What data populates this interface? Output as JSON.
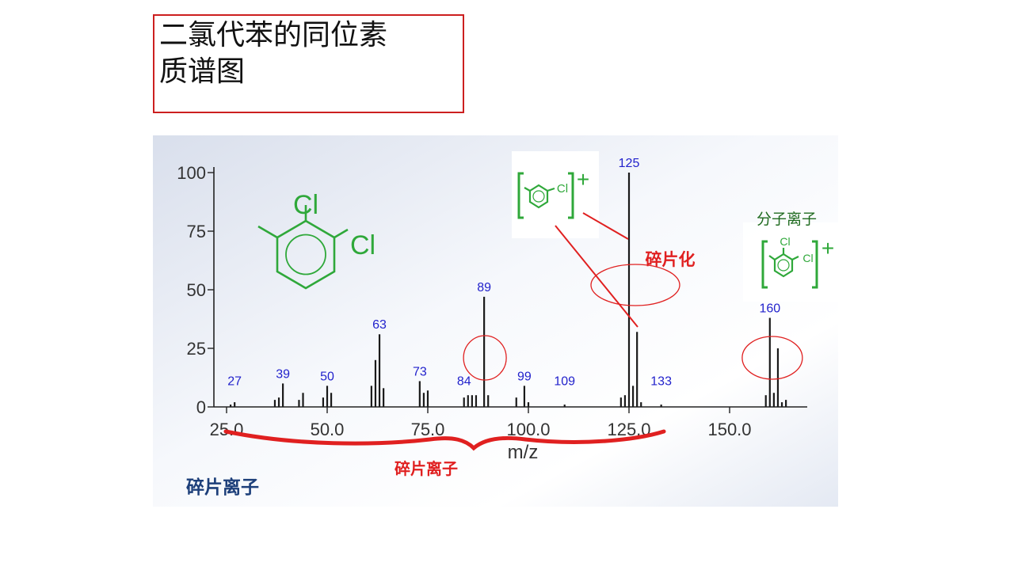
{
  "title": {
    "line1": "二氯代苯的同位素",
    "line2": "质谱图"
  },
  "annotations": {
    "fragmentation": "碎片化",
    "fragment_ions_bracket": "碎片离子",
    "fragment_ions_corner": "碎片离子",
    "molecular_ion": "分子离子",
    "cl_label": "Cl",
    "plus_sign": "+"
  },
  "colors": {
    "title_border": "#cc1f1f",
    "peak_label": "#2222cc",
    "annotation_red": "#e02020",
    "molecule_green": "#2fa83a",
    "molecular_ion_text": "#1f6a1f",
    "corner_label": "#1d3f7a"
  },
  "chart_data": {
    "type": "bar",
    "xlabel": "m/z",
    "ylabel": "",
    "xlim": [
      25,
      170
    ],
    "ylim": [
      0,
      100
    ],
    "x_ticks": [
      "25.0",
      "50.0",
      "75.0",
      "100.0",
      "125.0",
      "150.0"
    ],
    "y_ticks": [
      "0",
      "25",
      "50",
      "75",
      "100"
    ],
    "peaks": [
      {
        "mz": 26,
        "intensity": 1
      },
      {
        "mz": 27,
        "intensity": 2
      },
      {
        "mz": 37,
        "intensity": 3
      },
      {
        "mz": 38,
        "intensity": 4
      },
      {
        "mz": 39,
        "intensity": 10
      },
      {
        "mz": 43,
        "intensity": 3
      },
      {
        "mz": 44,
        "intensity": 6
      },
      {
        "mz": 49,
        "intensity": 4
      },
      {
        "mz": 50,
        "intensity": 9
      },
      {
        "mz": 51,
        "intensity": 6
      },
      {
        "mz": 61,
        "intensity": 9
      },
      {
        "mz": 62,
        "intensity": 20
      },
      {
        "mz": 63,
        "intensity": 31
      },
      {
        "mz": 64,
        "intensity": 8
      },
      {
        "mz": 73,
        "intensity": 11
      },
      {
        "mz": 74,
        "intensity": 6
      },
      {
        "mz": 75,
        "intensity": 7
      },
      {
        "mz": 84,
        "intensity": 4
      },
      {
        "mz": 85,
        "intensity": 5
      },
      {
        "mz": 86,
        "intensity": 5
      },
      {
        "mz": 87,
        "intensity": 5
      },
      {
        "mz": 89,
        "intensity": 47
      },
      {
        "mz": 90,
        "intensity": 5
      },
      {
        "mz": 97,
        "intensity": 4
      },
      {
        "mz": 99,
        "intensity": 9
      },
      {
        "mz": 100,
        "intensity": 2
      },
      {
        "mz": 109,
        "intensity": 1
      },
      {
        "mz": 123,
        "intensity": 4
      },
      {
        "mz": 124,
        "intensity": 5
      },
      {
        "mz": 125,
        "intensity": 100
      },
      {
        "mz": 126,
        "intensity": 9
      },
      {
        "mz": 127,
        "intensity": 32
      },
      {
        "mz": 128,
        "intensity": 2
      },
      {
        "mz": 133,
        "intensity": 1
      },
      {
        "mz": 159,
        "intensity": 5
      },
      {
        "mz": 160,
        "intensity": 38
      },
      {
        "mz": 161,
        "intensity": 6
      },
      {
        "mz": 162,
        "intensity": 25
      },
      {
        "mz": 163,
        "intensity": 2
      },
      {
        "mz": 164,
        "intensity": 3
      }
    ],
    "peak_labels": [
      {
        "mz": 27,
        "text": "27"
      },
      {
        "mz": 39,
        "text": "39"
      },
      {
        "mz": 50,
        "text": "50"
      },
      {
        "mz": 63,
        "text": "63"
      },
      {
        "mz": 73,
        "text": "73"
      },
      {
        "mz": 84,
        "text": "84"
      },
      {
        "mz": 89,
        "text": "89"
      },
      {
        "mz": 99,
        "text": "99"
      },
      {
        "mz": 109,
        "text": "109"
      },
      {
        "mz": 125,
        "text": "125"
      },
      {
        "mz": 133,
        "text": "133"
      },
      {
        "mz": 160,
        "text": "160"
      }
    ],
    "circled_peaks_mz": [
      89,
      160
    ]
  }
}
